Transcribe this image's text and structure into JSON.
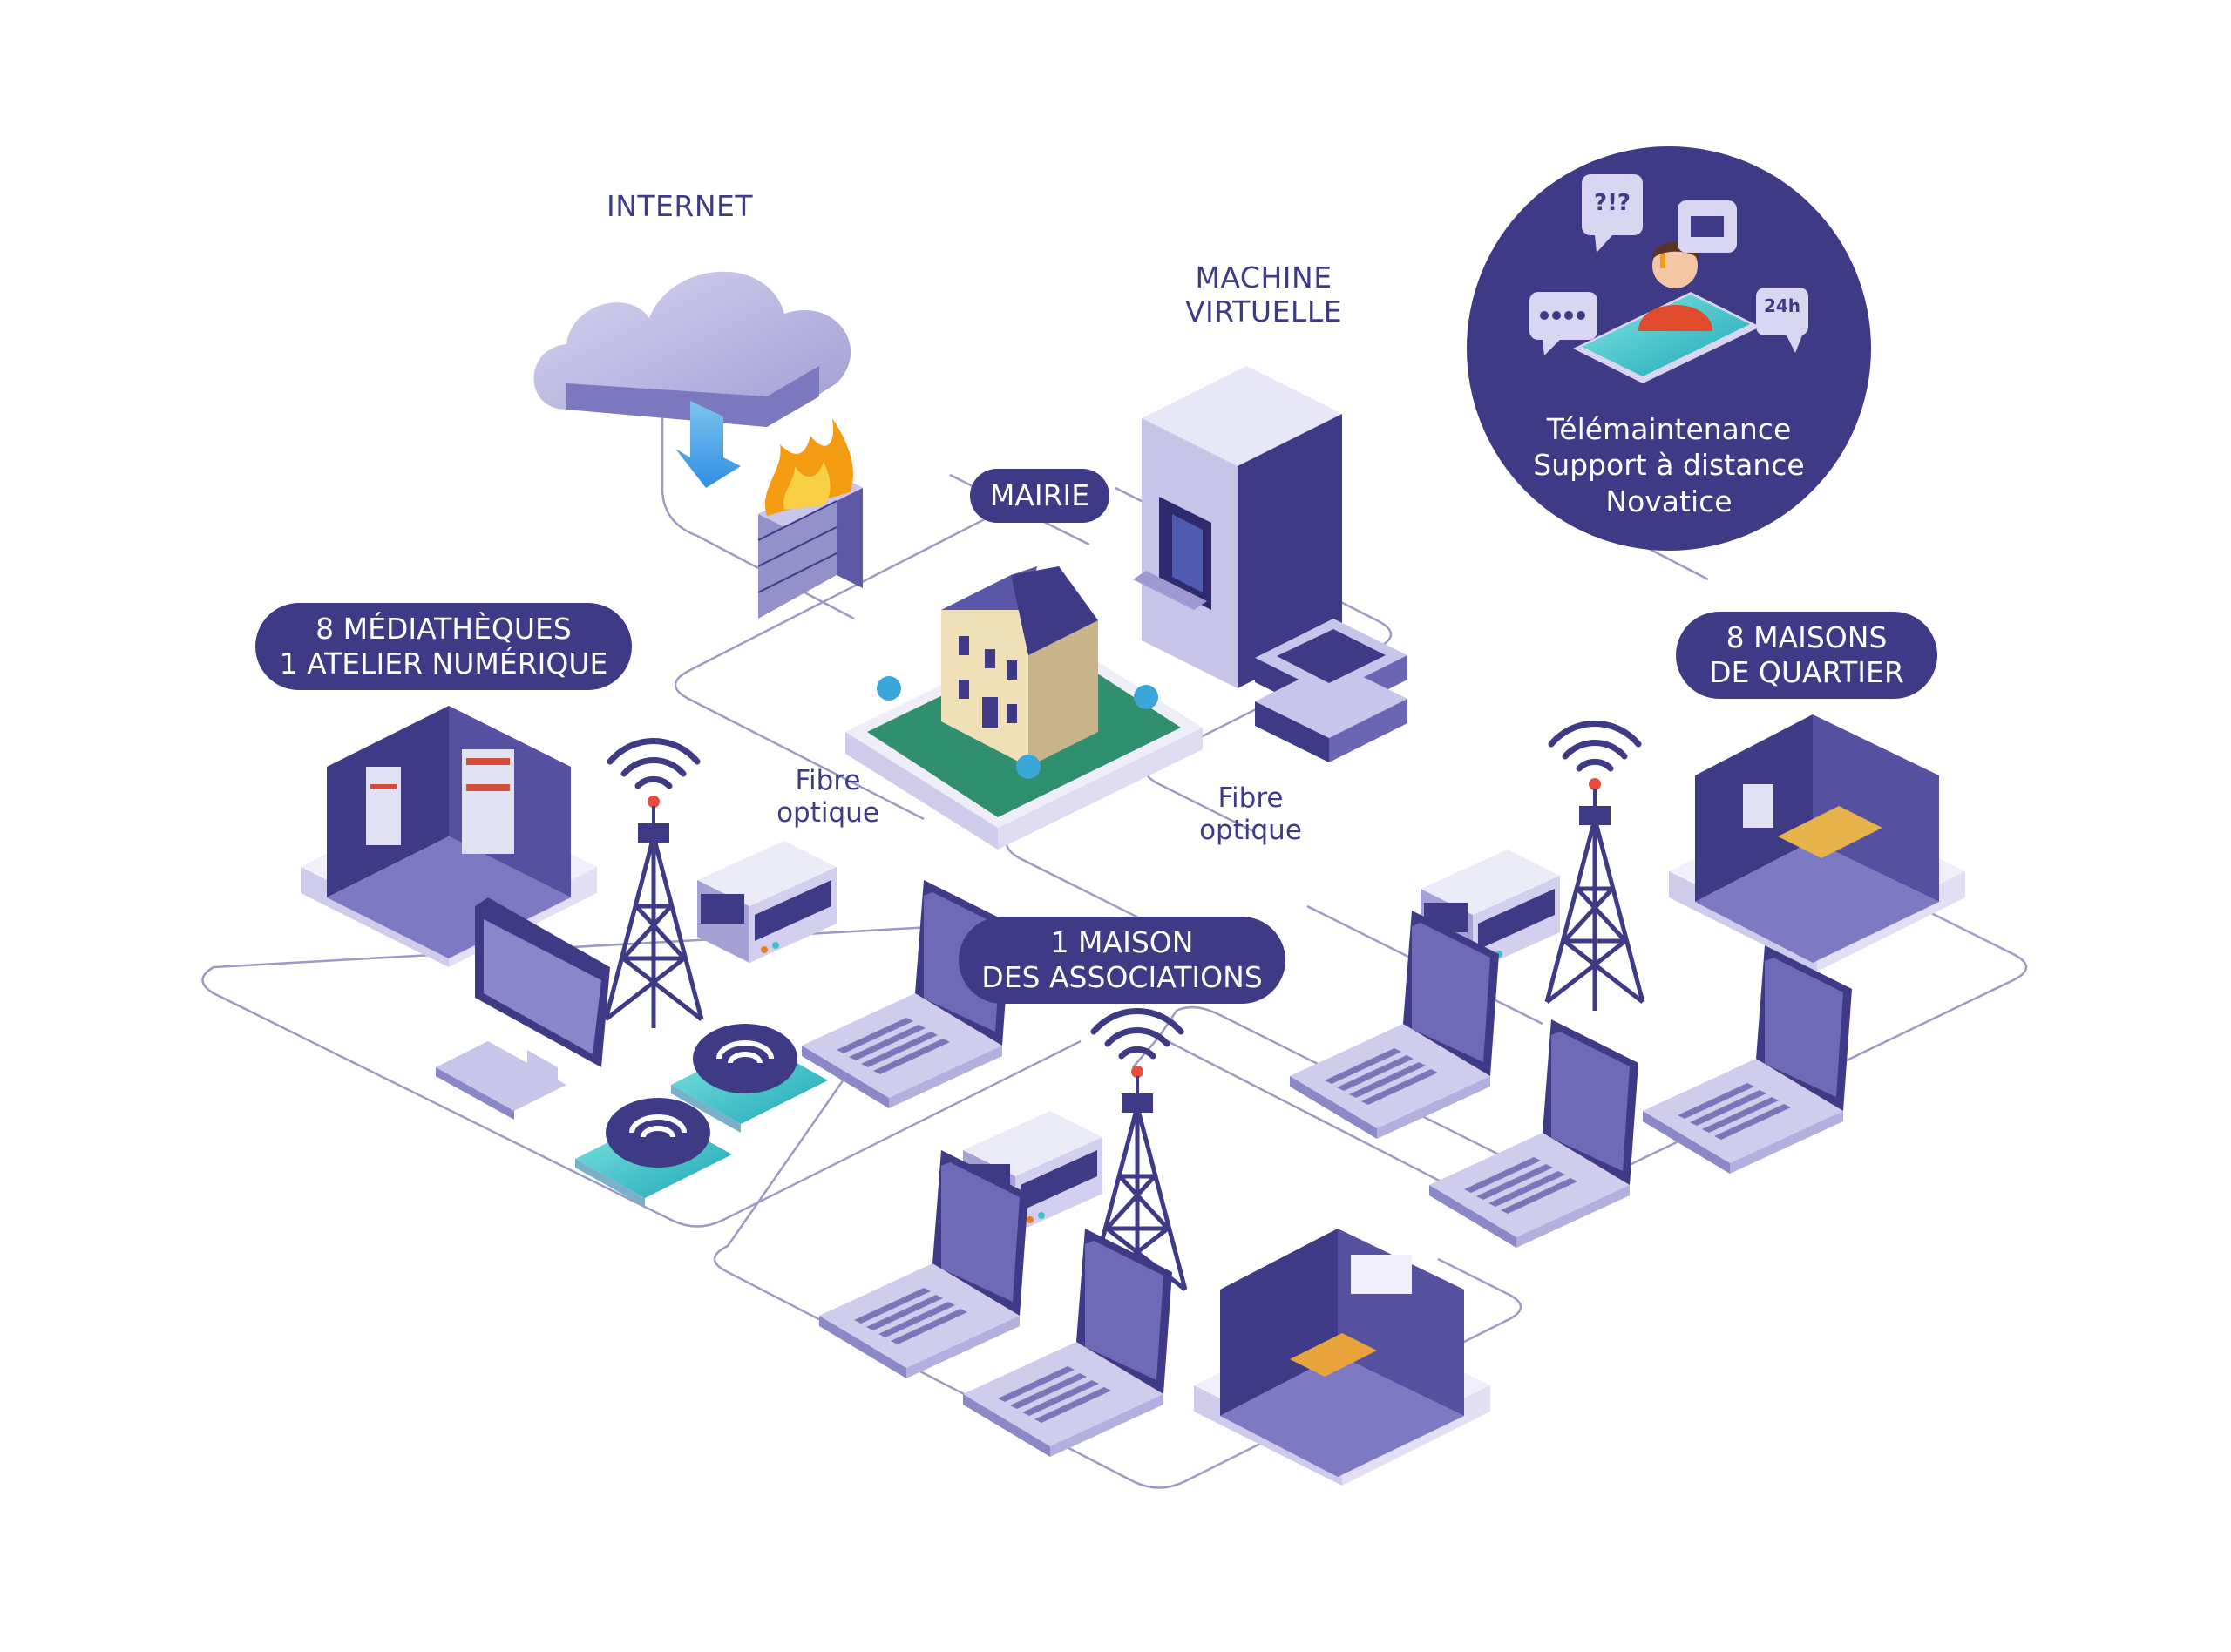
{
  "labels": {
    "internet": "INTERNET",
    "machine_line1": "MACHINE",
    "machine_line2": "VIRTUELLE",
    "mairie": "MAIRIE",
    "mediatheques_line1": "8 MÉDIATHÈQUES",
    "mediatheques_line2": "1 ATELIER NUMÉRIQUE",
    "maisons_quartier_line1": "8 MAISONS",
    "maisons_quartier_line2": "DE QUARTIER",
    "maison_assoc_line1": "1 MAISON",
    "maison_assoc_line2": "DES ASSOCIATIONS",
    "fibre_left_line1": "Fibre",
    "fibre_left_line2": "optique",
    "fibre_right_line1": "Fibre",
    "fibre_right_line2": "optique"
  },
  "support": {
    "line1": "Télémaintenance",
    "line2": "Support à distance",
    "line3": "Novatice",
    "bubble_24h": "24h",
    "bubble_question": "?!?"
  },
  "colors": {
    "accent": "#3f3a85",
    "line": "#8e8bb5",
    "light": "#d9d6ef",
    "mid": "#a8a4d6",
    "platform_green": "#2f8f6f",
    "fire": "#f39c12"
  },
  "icons": [
    "cloud-icon",
    "download-arrow-icon",
    "firewall-icon",
    "server-rack-icon",
    "city-hall-icon",
    "antenna-tower-icon",
    "network-switch-icon",
    "laptop-icon",
    "desktop-monitor-icon",
    "tablet-wifi-icon",
    "support-agent-icon"
  ]
}
